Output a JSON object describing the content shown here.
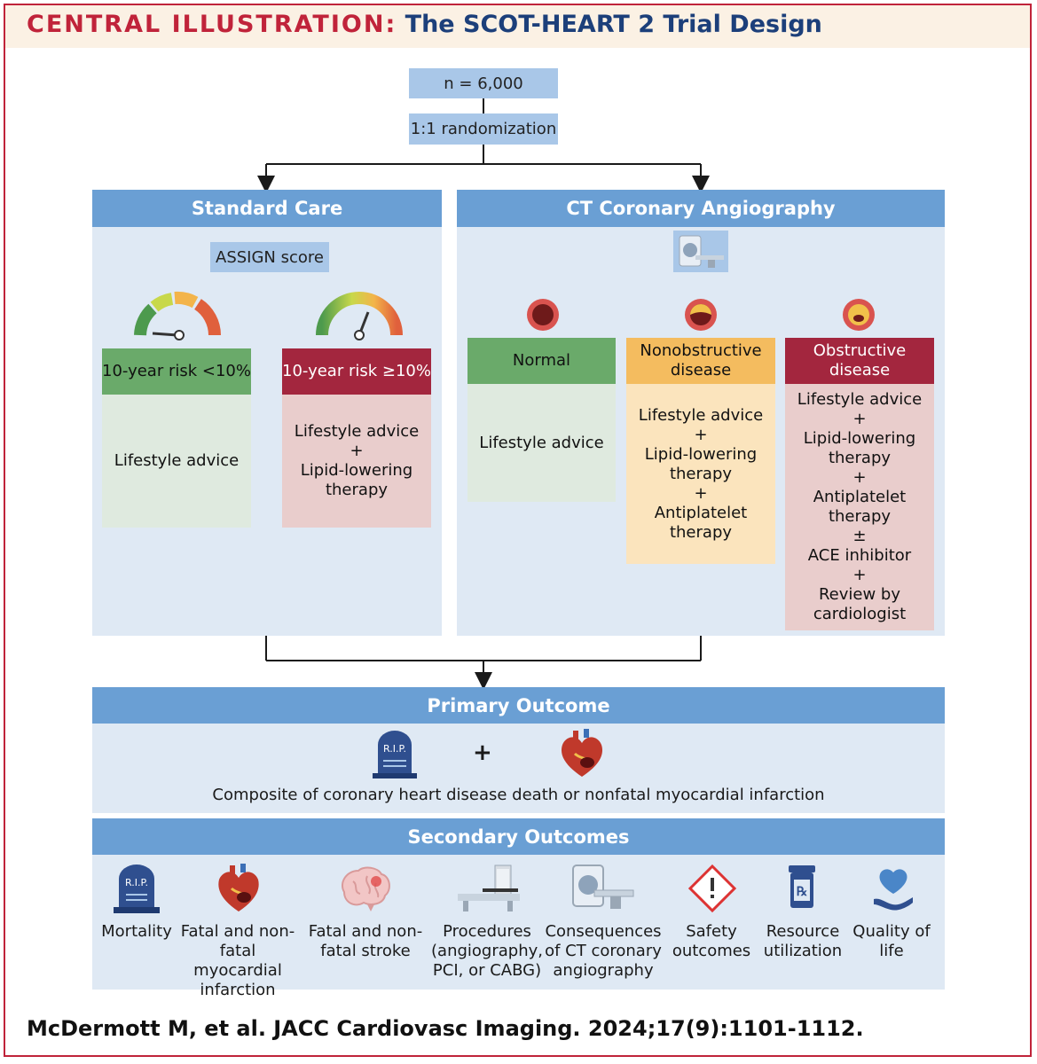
{
  "header": {
    "label": "CENTRAL ILLUSTRATION:",
    "title": "The SCOT-HEART 2 Trial Design"
  },
  "flow": {
    "n": "n = 6,000",
    "randomization": "1:1 randomization"
  },
  "standard_care": {
    "title": "Standard Care",
    "score": "ASSIGN score",
    "low": {
      "header": "10-year risk <10%",
      "body": [
        "Lifestyle advice"
      ]
    },
    "high": {
      "header": "10-year risk ≥10%",
      "body": [
        "Lifestyle advice",
        "+",
        "Lipid-lowering",
        "therapy"
      ]
    }
  },
  "ctca": {
    "title": "CT Coronary Angiography",
    "normal": {
      "header": "Normal",
      "body": [
        "Lifestyle advice"
      ]
    },
    "nonobstructive": {
      "header": [
        "Nonobstructive",
        "disease"
      ],
      "body": [
        "Lifestyle advice",
        "+",
        "Lipid-lowering",
        "therapy",
        "+",
        "Antiplatelet",
        "therapy"
      ]
    },
    "obstructive": {
      "header": [
        "Obstructive",
        "disease"
      ],
      "body": [
        "Lifestyle advice",
        "+",
        "Lipid-lowering",
        "therapy",
        "+",
        "Antiplatelet",
        "therapy",
        "±",
        "ACE inhibitor",
        "+",
        "Review by",
        "cardiologist"
      ]
    }
  },
  "primary": {
    "title": "Primary Outcome",
    "plus": "+",
    "tombstone_text": "R.I.P.",
    "description": "Composite of coronary heart disease death or nonfatal myocardial infarction"
  },
  "secondary": {
    "title": "Secondary Outcomes",
    "items": [
      {
        "icon": "tombstone-icon",
        "lines": [
          "Mortality"
        ]
      },
      {
        "icon": "heart-icon",
        "lines": [
          "Fatal and non-",
          "fatal myocardial",
          "infarction"
        ]
      },
      {
        "icon": "brain-icon",
        "lines": [
          "Fatal and non-",
          "fatal stroke"
        ]
      },
      {
        "icon": "procedure-table-icon",
        "lines": [
          "Procedures",
          "(angiography,",
          "PCI, or CABG)"
        ]
      },
      {
        "icon": "ct-scanner-icon",
        "lines": [
          "Consequences",
          "of CT coronary",
          "angiography"
        ]
      },
      {
        "icon": "warning-diamond-icon",
        "lines": [
          "Safety",
          "outcomes"
        ]
      },
      {
        "icon": "prescription-bottle-icon",
        "lines": [
          "Resource",
          "utilization"
        ]
      },
      {
        "icon": "heart-in-hand-icon",
        "lines": [
          "Quality of",
          "life"
        ]
      }
    ]
  },
  "citation": "McDermott M, et al. JACC Cardiovasc Imaging. 2024;17(9):1101-1112.",
  "colors": {
    "accent_red": "#c0233a",
    "title_blue": "#1c3f7a",
    "bar_blue": "#6a9fd4",
    "panel_blue": "#dfe9f4"
  }
}
